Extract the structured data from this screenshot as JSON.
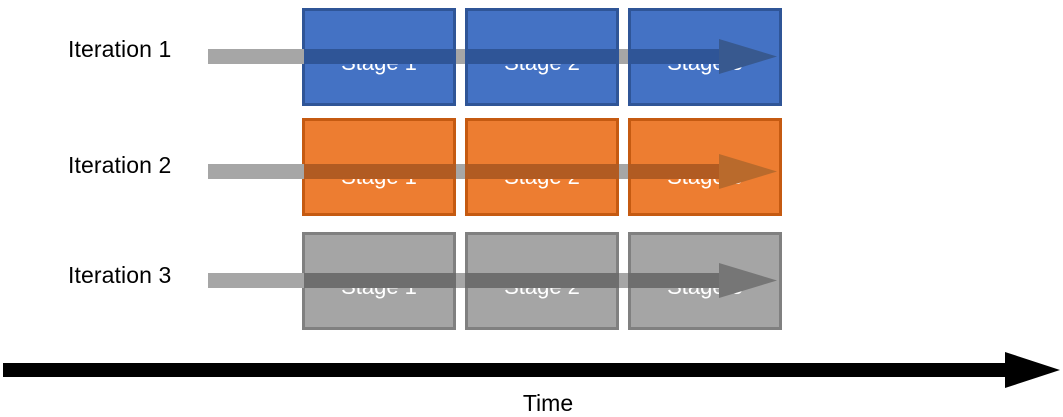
{
  "diagram": {
    "title_caption": "Time",
    "rows": [
      {
        "label": "Iteration 1",
        "color_name": "blue",
        "fill": "#4472C4",
        "border": "#2F5597",
        "arrow_overlay": "#2F5597",
        "stages": [
          "Stage 1",
          "Stage 2",
          "Stage 3"
        ]
      },
      {
        "label": "Iteration 2",
        "color_name": "orange",
        "fill": "#ED7D31",
        "border": "#C55A11",
        "arrow_overlay": "#B15B22",
        "stages": [
          "Stage 1",
          "Stage 2",
          "Stage 3"
        ]
      },
      {
        "label": "Iteration 3",
        "color_name": "gray",
        "fill": "#A5A5A5",
        "border": "#808080",
        "arrow_overlay": "#6E6E6E",
        "stages": [
          "Stage 1",
          "Stage 2",
          "Stage 3"
        ]
      }
    ],
    "process_arrow_color": "#A6A6A6",
    "time_axis_color": "#000000"
  }
}
